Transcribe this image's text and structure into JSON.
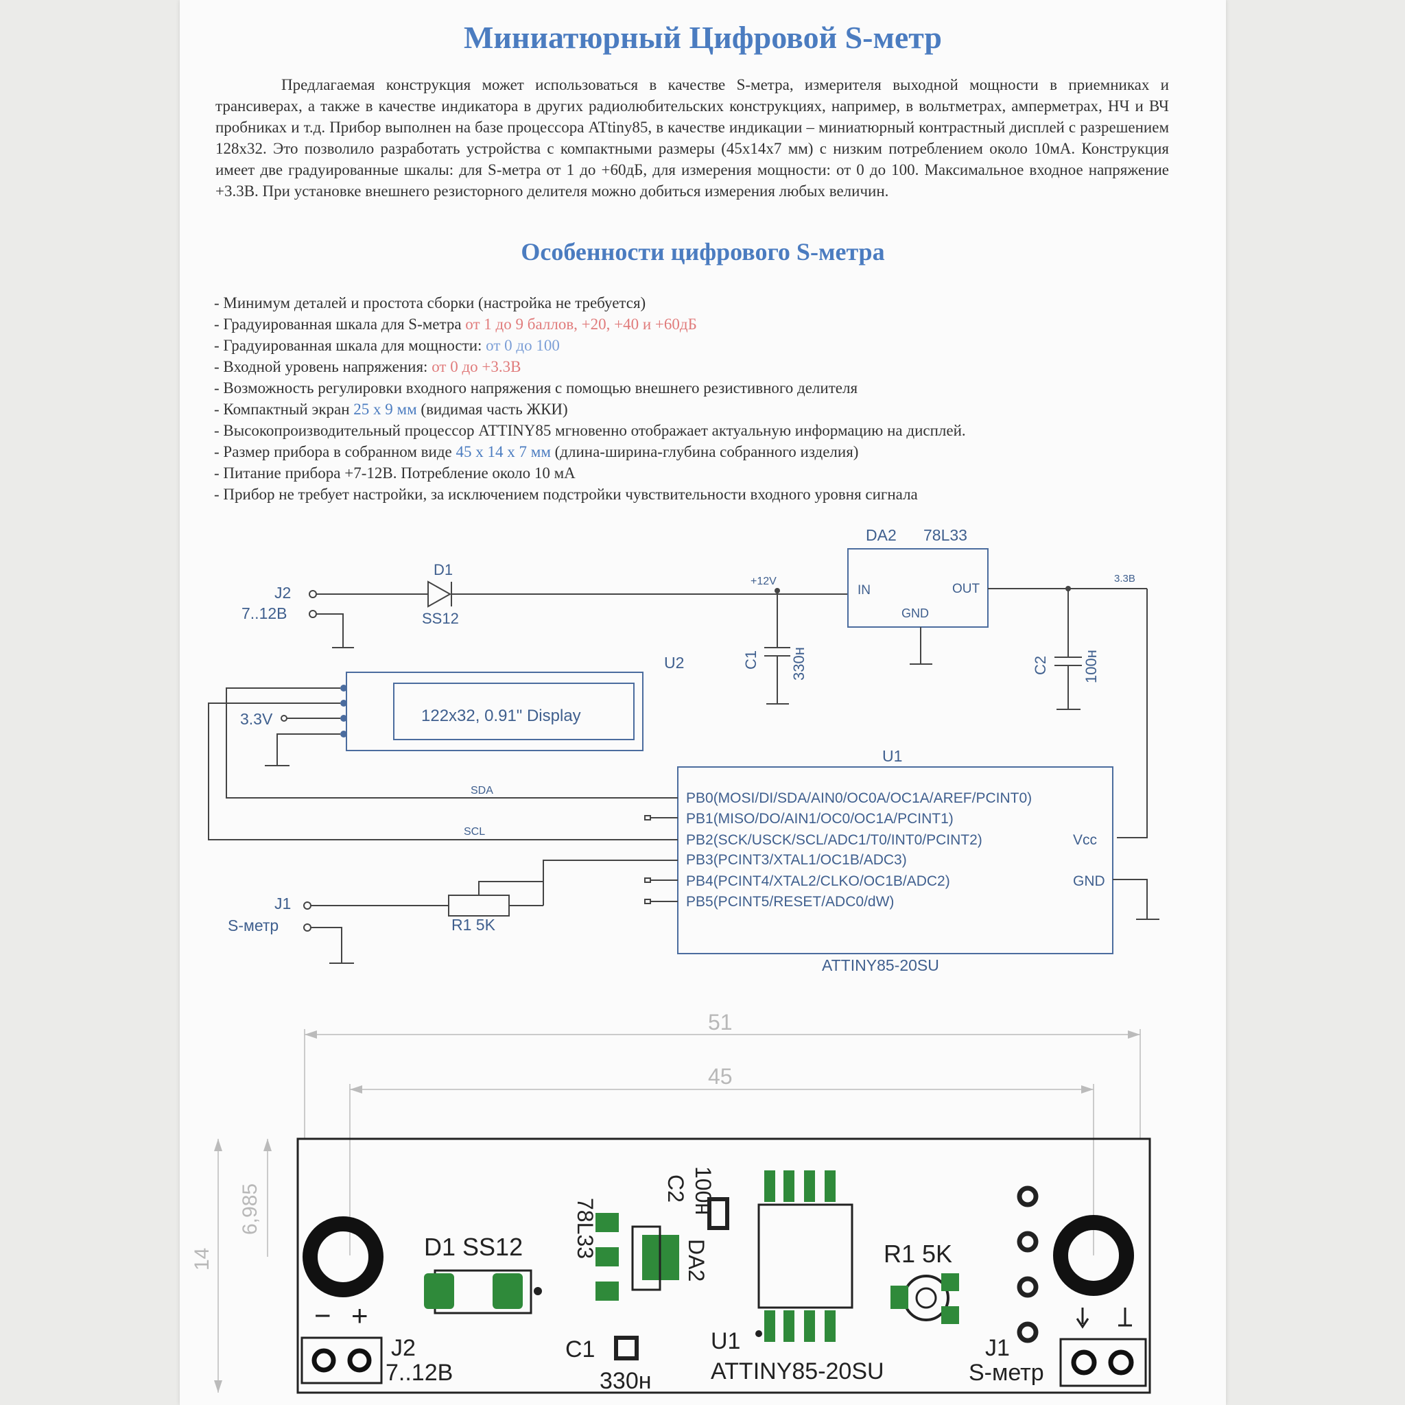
{
  "main_title": "Миниатюрный Цифровой S-метр",
  "intro": "Предлагаемая конструкция может использоваться в качестве S-метра, измерителя выходной мощности в приемниках и трансиверах, а также в качестве индикатора в других радиолюбительских конструкциях, например, в вольтметрах, амперметрах, НЧ и ВЧ пробниках и т.д. Прибор выполнен на базе процессора ATtiny85, в качестве индикации – миниатюрный контрастный дисплей с разрешением 128x32. Это позволило разработать устройства с компактными размеры (45x14x7 мм) с низким потреблением около 10мА. Конструкция имеет две градуированные шкалы: для S-метра от 1 до +60дБ, для измерения мощности: от 0 до 100. Максимальное входное напряжение +3.3В. При установке внешнего резисторного делителя можно добиться измерения любых величин.",
  "features_title": "Особенности цифрового S-метра",
  "features": [
    {
      "pre": "- Минимум деталей и простота сборки (настройка не требуется)",
      "hl": "",
      "post": ""
    },
    {
      "pre": "- Градуированная шкала для S-метра ",
      "hl": "от 1 до 9 баллов, +20, +40 и +60дБ",
      "post": "",
      "color": "red"
    },
    {
      "pre": "- Градуированная шкала для мощности: ",
      "hl": "от 0 до 100",
      "post": "",
      "color": "blue"
    },
    {
      "pre": "- Входной уровень напряжения: ",
      "hl": "от 0 до +3.3В",
      "post": "",
      "color": "red"
    },
    {
      "pre": "- Возможность регулировки входного напряжения с помощью внешнего резистивного делителя",
      "hl": "",
      "post": ""
    },
    {
      "pre": "- Компактный экран ",
      "hl": "25 x 9 мм",
      "post": " (видимая часть ЖКИ)",
      "color": "blue2"
    },
    {
      "pre": "- Высокопроизводительный процессор ATTINY85 мгновенно отображает актуальную информацию на дисплей.",
      "hl": "",
      "post": ""
    },
    {
      "pre": "- Размер прибора в собранном виде ",
      "hl": "45 x 14 x 7 мм",
      "post": " (длина-ширина-глубина собранного изделия)",
      "color": "blue2"
    },
    {
      "pre": "- Питание прибора +7-12В. Потребление около 10 мА",
      "hl": "",
      "post": ""
    },
    {
      "pre": "- Прибор не требует настройки, за исключением подстройки чувствительности входного уровня сигнала",
      "hl": "",
      "post": ""
    }
  ],
  "schematic": {
    "j2": "J2",
    "j2_range": "7..12В",
    "d1": "D1",
    "d1_type": "SS12",
    "v12": "+12V",
    "da2": "DA2",
    "da2_type": "78L33",
    "in": "IN",
    "out": "OUT",
    "gnd": "GND",
    "v33": "3.3В",
    "c1": "C1",
    "c1_val": "330н",
    "c2": "C2",
    "c2_val": "100н",
    "u2": "U2",
    "display": "122x32, 0.91\" Display",
    "v33v": "3.3V",
    "u1": "U1",
    "sda": "SDA",
    "scl": "SCL",
    "pins": [
      "PB0(MOSI/DI/SDA/AIN0/OC0A/OC1A/AREF/PCINT0)",
      "PB1(MISO/DO/AIN1/OC0/OC1A/PCINT1)",
      "PB2(SCK/USCK/SCL/ADC1/T0/INT0/PCINT2)",
      "PB3(PCINT3/XTAL1/OC1B/ADC3)",
      "PB4(PCINT4/XTAL2/CLKO/OC1B/ADC2)",
      "PB5(PCINT5/RESET/ADC0/dW)"
    ],
    "vcc": "Vcc",
    "u1_gnd": "GND",
    "u1_part": "ATTINY85-20SU",
    "j1": "J1",
    "j1_label": "S-метр",
    "r1": "R1 5K"
  },
  "pcb": {
    "dim_51": "51",
    "dim_45": "45",
    "dim_14": "14",
    "dim_6985": "6,985",
    "d1": "D1 SS12",
    "c2": "C2",
    "c2_val": "100н",
    "da2_type": "78L33",
    "da2": "DA2",
    "c1": "C1",
    "c1_val": "330н",
    "u1": "U1",
    "u1_part": "ATTINY85-20SU",
    "r1": "R1 5K",
    "j2": "J2",
    "j2_range": "7..12В",
    "minus": "−",
    "plus": "+",
    "j1": "J1",
    "j1_label": "S-метр"
  }
}
